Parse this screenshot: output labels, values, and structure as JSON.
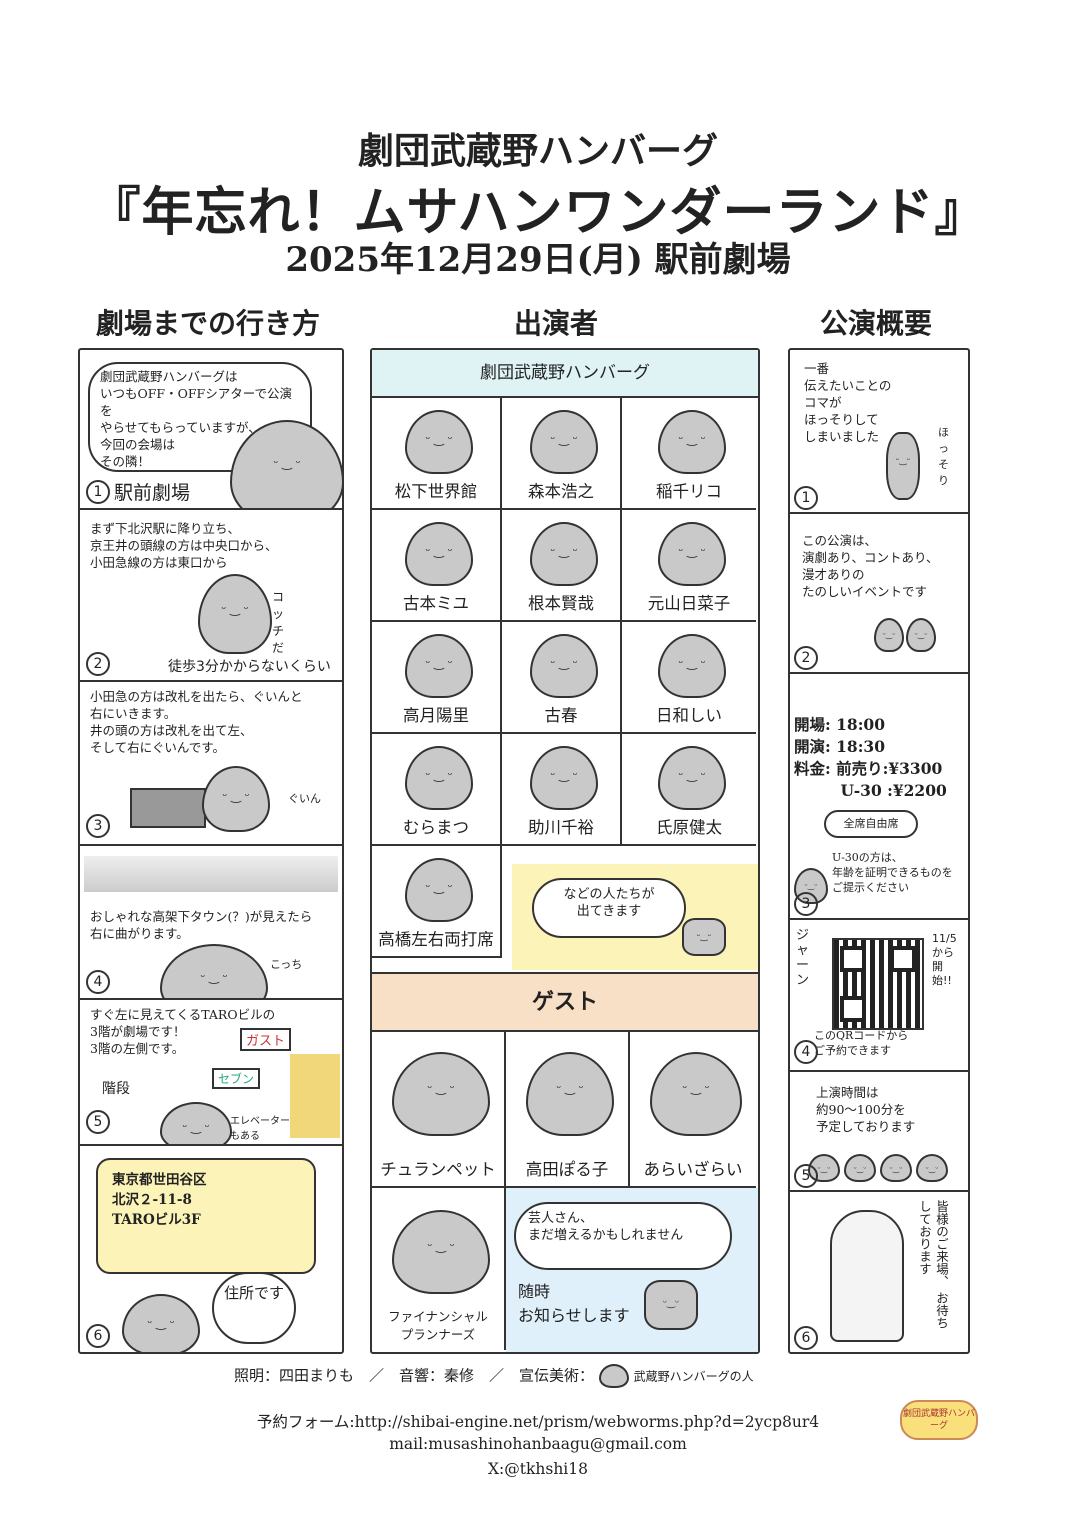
{
  "header": {
    "company": "劇団武蔵野ハンバーグ",
    "title": "『年忘れ！ムサハンワンダーランド』",
    "date_venue": "2025年12月29日(月) 駅前劇場"
  },
  "columns": {
    "access": "劇場までの行き方",
    "cast": "出演者",
    "overview": "公演概要"
  },
  "access": {
    "p1": {
      "num": "1",
      "text": "劇団武蔵野ハンバーグは\nいつもOFF・OFFシアターで公演を\nやらせてもらっていますが、\n今回の会場は\nその隣！",
      "hand": "駅前劇場"
    },
    "p2": {
      "num": "2",
      "text": "まず下北沢駅に降り立ち、\n京王井の頭線の方は中央口から、\n小田急線の方は東口から",
      "hand1": "コッチだ",
      "hand2": "徒歩3分かからないくらい"
    },
    "p3": {
      "num": "3",
      "text": "小田急の方は改札を出たら、ぐいんと\n右にいきます。\n井の頭の方は改札を出て左、\nそして右にぐいんです。",
      "hand": "ぐいん"
    },
    "p4": {
      "num": "4",
      "text": "おしゃれな高架下タウン(？)が見えたら\n右に曲がります。",
      "hand": "こっち"
    },
    "p5": {
      "num": "5",
      "text": "すぐ左に見えてくるTAROビルの\n3階が劇場です！\n3階の左側です。",
      "sign1": "ガスト",
      "sign2": "セブン",
      "hand1": "階段",
      "hand2": "エレベーターもある"
    },
    "p6": {
      "num": "6",
      "addr": "東京都世田谷区\n北沢２-11-8\nTAROビル3F",
      "hand": "住所です"
    }
  },
  "cast": {
    "company_label": "劇団武蔵野ハンバーグ",
    "members": [
      "松下世界館",
      "森本浩之",
      "稲千リコ",
      "古本ミユ",
      "根本賢哉",
      "元山日菜子",
      "高月陽里",
      "古春",
      "日和しい",
      "むらまつ",
      "助川千裕",
      "氏原健太",
      "高橋左右両打席"
    ],
    "others_bubble": "などの人たちが\n出てきます",
    "guest_label": "ゲスト",
    "guests": [
      "チュランペット",
      "高田ぽる子",
      "あらいざらい",
      "ファイナンシャル\nプランナーズ"
    ],
    "guest_bubble": "芸人さん、\nまだ増えるかもしれません",
    "guest_hand": "随時\nお知らせします"
  },
  "overview": {
    "p1": {
      "num": "1",
      "text": "一番\n伝えたいことの\nコマが\nほっそりして\nしまいました",
      "hand": "ほっそり"
    },
    "p2": {
      "num": "2",
      "text": "この公演は、\n演劇あり、コントあり、\n漫才ありの\nたのしいイベントです"
    },
    "p3": {
      "num": "3",
      "info": "開場: 18:00\n開演: 18:30\n料金: 前売り:¥3300\n　　　U-30 :¥2200",
      "bubble": "全席自由席",
      "note": "U-30の方は、\n年齢を証明できるものを\nご提示ください"
    },
    "p4": {
      "num": "4",
      "hand1": "ジャーン",
      "hand2": "11/5から開始!!",
      "note": "このQRコードから\nご予約できます"
    },
    "p5": {
      "num": "5",
      "text": "上演時間は\n約90〜100分を\n予定しております"
    },
    "p6": {
      "num": "6",
      "text": "皆様のご来場、\nお待ちしております"
    }
  },
  "credits": "照明：四田まりも　／　音響：秦修　／　宣伝美術：",
  "credits_tail": "武蔵野ハンバーグの人",
  "footer": {
    "form": "予約フォーム:http://shibai-engine.net/prism/webworms.php?d=2ycp8ur4",
    "mail": "mail:musashinohanbaagu@gmail.com",
    "x": "X:@tkhshi18",
    "logo": "劇団武蔵野ハンバーグ"
  }
}
